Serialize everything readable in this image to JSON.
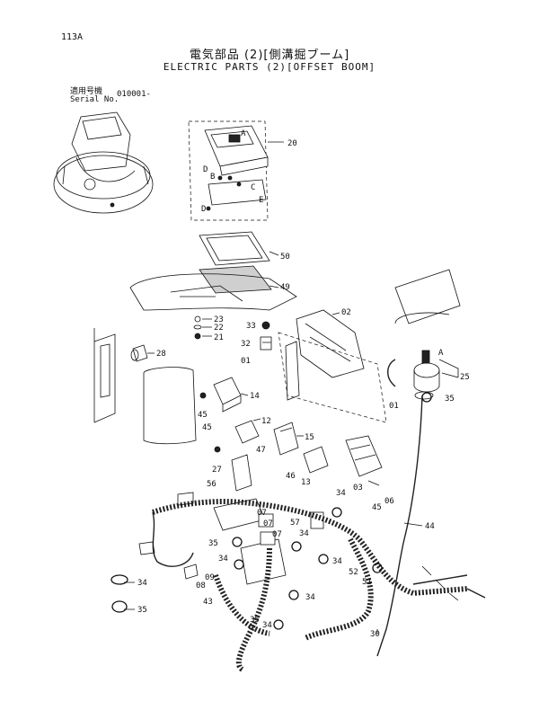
{
  "header": {
    "page_number": "113A",
    "title_jp": "電気部品 (2)[側溝掘ブーム]",
    "title_en": "ELECTRIC PARTS (2)[OFFSET BOOM]",
    "serial_label_jp": "適用号機",
    "serial_label_en": "Serial No.",
    "serial_value": "010001-"
  },
  "callouts": [
    {
      "id": "20",
      "text": "20"
    },
    {
      "id": "A",
      "text": "A"
    },
    {
      "id": "D1",
      "text": "D"
    },
    {
      "id": "B",
      "text": "B"
    },
    {
      "id": "C",
      "text": "C"
    },
    {
      "id": "E",
      "text": "E"
    },
    {
      "id": "D2",
      "text": "D"
    },
    {
      "id": "50",
      "text": "50"
    },
    {
      "id": "49",
      "text": "49"
    },
    {
      "id": "23",
      "text": "23"
    },
    {
      "id": "22",
      "text": "22"
    },
    {
      "id": "21",
      "text": "21"
    },
    {
      "id": "28",
      "text": "28"
    },
    {
      "id": "33",
      "text": "33"
    },
    {
      "id": "32",
      "text": "32"
    },
    {
      "id": "01a",
      "text": "01"
    },
    {
      "id": "02",
      "text": "02"
    },
    {
      "id": "A2",
      "text": "A"
    },
    {
      "id": "25",
      "text": "25"
    },
    {
      "id": "35a",
      "text": "35"
    },
    {
      "id": "14",
      "text": "14"
    },
    {
      "id": "45a",
      "text": "45"
    },
    {
      "id": "45b",
      "text": "45"
    },
    {
      "id": "12",
      "text": "12"
    },
    {
      "id": "01b",
      "text": "01"
    },
    {
      "id": "15",
      "text": "15"
    },
    {
      "id": "47",
      "text": "47"
    },
    {
      "id": "27",
      "text": "27"
    },
    {
      "id": "46",
      "text": "46"
    },
    {
      "id": "13",
      "text": "13"
    },
    {
      "id": "03",
      "text": "03"
    },
    {
      "id": "06",
      "text": "06"
    },
    {
      "id": "56",
      "text": "56"
    },
    {
      "id": "34a",
      "text": "34"
    },
    {
      "id": "45c",
      "text": "45"
    },
    {
      "id": "07a",
      "text": "07"
    },
    {
      "id": "07b",
      "text": "07"
    },
    {
      "id": "07c",
      "text": "07"
    },
    {
      "id": "57",
      "text": "57"
    },
    {
      "id": "34b",
      "text": "34"
    },
    {
      "id": "44",
      "text": "44"
    },
    {
      "id": "35b",
      "text": "35"
    },
    {
      "id": "34c",
      "text": "34"
    },
    {
      "id": "34d",
      "text": "34"
    },
    {
      "id": "09",
      "text": "09"
    },
    {
      "id": "08",
      "text": "08"
    },
    {
      "id": "43",
      "text": "43"
    },
    {
      "id": "52",
      "text": "52"
    },
    {
      "id": "51",
      "text": "51"
    },
    {
      "id": "34e",
      "text": "34"
    },
    {
      "id": "34f",
      "text": "34"
    },
    {
      "id": "35c",
      "text": "35"
    },
    {
      "id": "34g",
      "text": "34"
    },
    {
      "id": "35d",
      "text": "35"
    },
    {
      "id": "30",
      "text": "30"
    }
  ]
}
